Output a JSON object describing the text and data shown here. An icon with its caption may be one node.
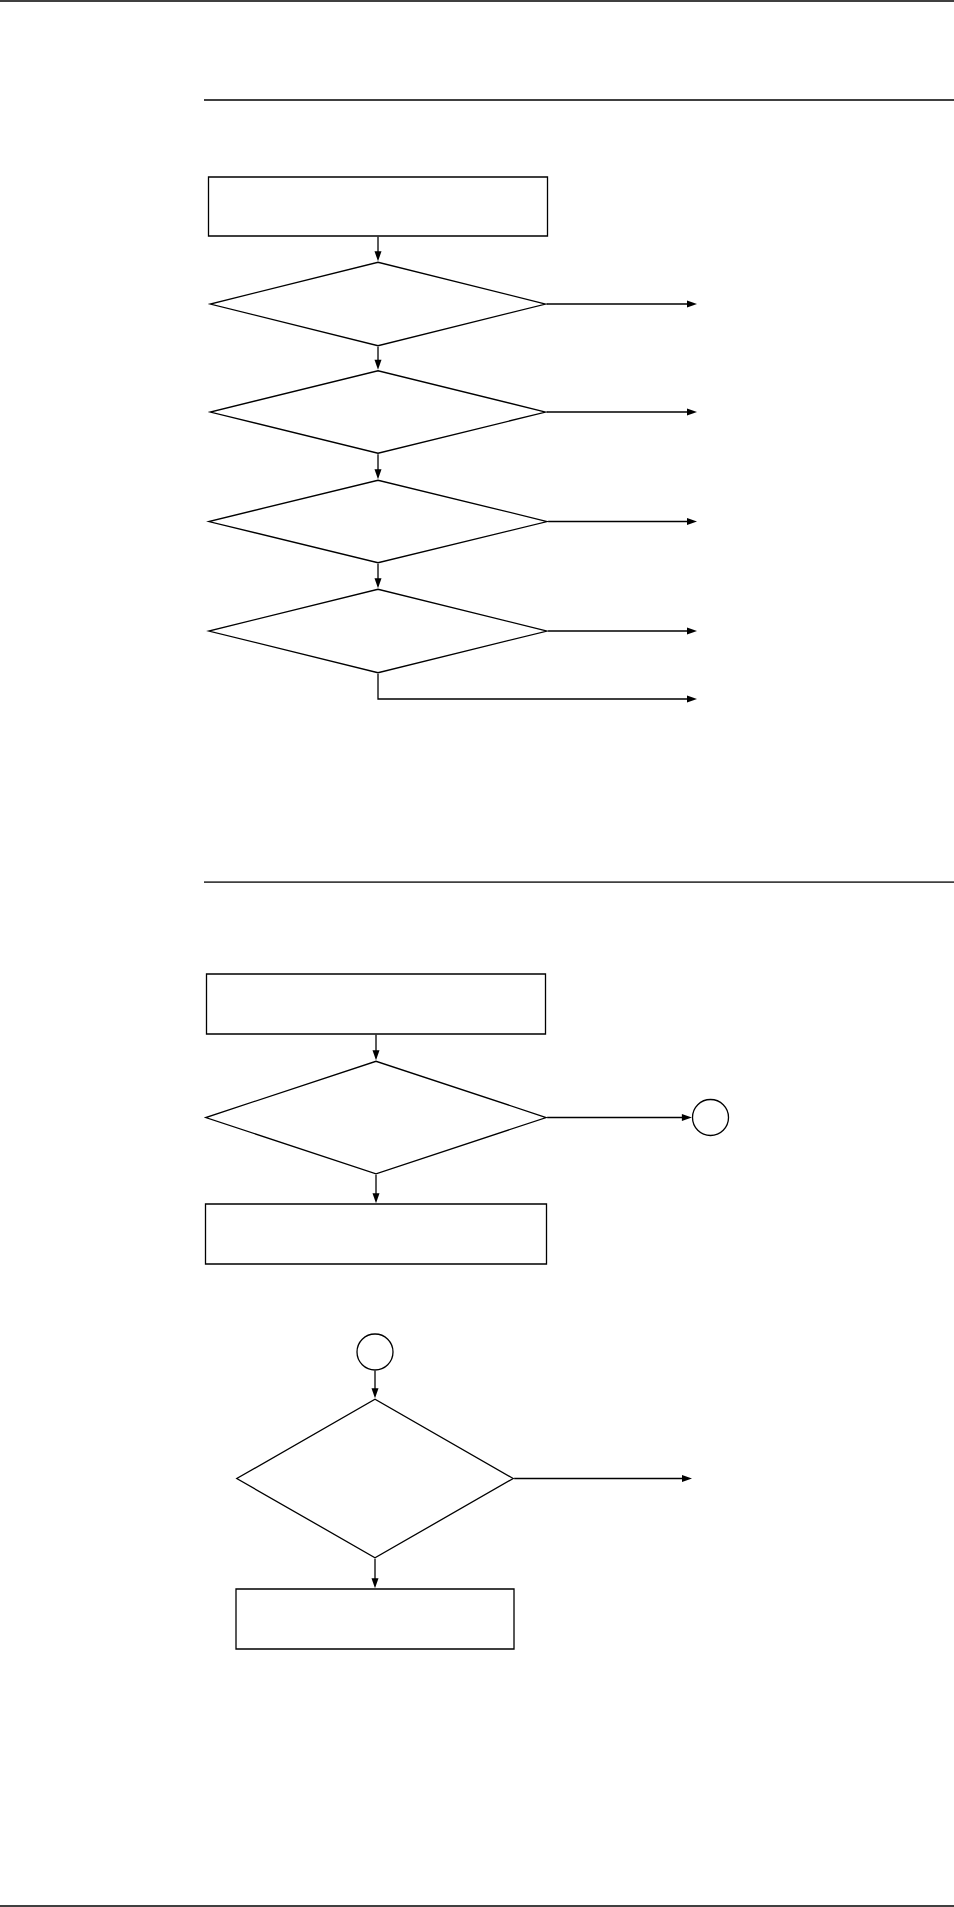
{
  "diagram": {
    "nodes": [
      {
        "text": [],
        "shape": "box"
      },
      {
        "text": [],
        "shape": "diamond"
      },
      {
        "text": [],
        "shape": "diamond"
      },
      {
        "text": [],
        "shape": "diamond"
      },
      {
        "text": [],
        "shape": "diamond"
      },
      {
        "text": [],
        "shape": "box"
      },
      {
        "text": [],
        "shape": "diamond"
      },
      {
        "text": [],
        "shape": "circle"
      },
      {
        "text": [],
        "shape": "box"
      },
      {
        "text": [],
        "shape": "circle"
      },
      {
        "text": [],
        "shape": "diamond"
      },
      {
        "text": [],
        "shape": "box"
      }
    ],
    "edges": [
      {
        "from": 0,
        "to": 1,
        "arrow": "to"
      },
      {
        "from": 1,
        "to": null,
        "arrow": "to"
      },
      {
        "from": 1,
        "to": 2,
        "arrow": "to"
      },
      {
        "from": 2,
        "to": null,
        "arrow": "to"
      },
      {
        "from": 2,
        "to": 3,
        "arrow": "to"
      },
      {
        "from": 3,
        "to": null,
        "arrow": "to"
      },
      {
        "from": 3,
        "to": 4,
        "arrow": "to"
      },
      {
        "from": 4,
        "to": null,
        "arrow": "to"
      },
      {
        "from": 4,
        "to": null,
        "arrow": "to"
      },
      {
        "from": 5,
        "to": 6,
        "arrow": "to"
      },
      {
        "from": 6,
        "to": 7,
        "arrow": "to"
      },
      {
        "from": 6,
        "to": 8,
        "arrow": "to"
      },
      {
        "from": 9,
        "to": 10,
        "arrow": "to"
      },
      {
        "from": 10,
        "to": null,
        "arrow": "to"
      },
      {
        "from": 10,
        "to": 11,
        "arrow": "to"
      }
    ]
  }
}
